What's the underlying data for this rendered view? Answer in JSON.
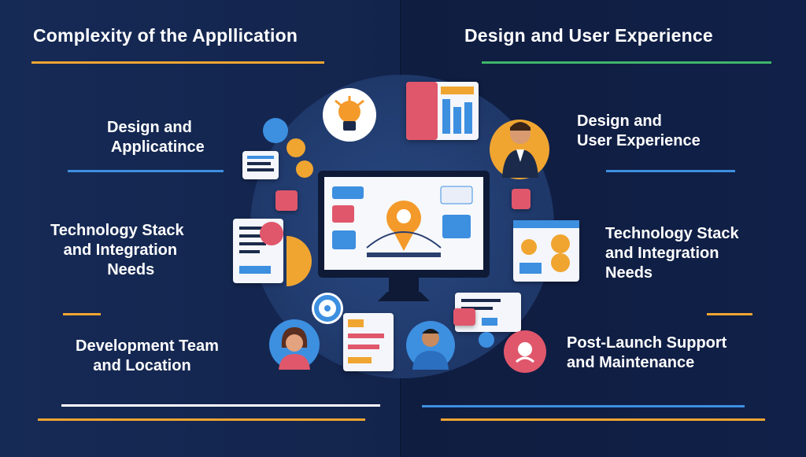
{
  "left": {
    "heading": "Complexity of the Appllication",
    "items": [
      {
        "label": "Design and\n Applicatince"
      },
      {
        "label": "Technology Stack\n   and Integration\n             Needs"
      },
      {
        "label": "Development Team\n    and Location"
      }
    ]
  },
  "right": {
    "heading": "Design and User Experience",
    "items": [
      {
        "label": "Design and\nUser Experience"
      },
      {
        "label": "Technology Stack\nand Integration\nNeeds"
      },
      {
        "label": "Post-Launch Support\nand Maintenance"
      }
    ]
  },
  "colors": {
    "background": "#13234a",
    "accent_orange": "#f0a531",
    "accent_blue": "#3d8fe0",
    "accent_green": "#3fb56a",
    "accent_white": "#ffffff",
    "accent_red": "#e0576b"
  },
  "icons": [
    "lightbulb-icon",
    "dashboard-icon",
    "person-avatar-icon",
    "monitor-icon",
    "location-pin-icon",
    "document-icon",
    "gear-icon",
    "chat-bubble-icon",
    "target-icon"
  ]
}
